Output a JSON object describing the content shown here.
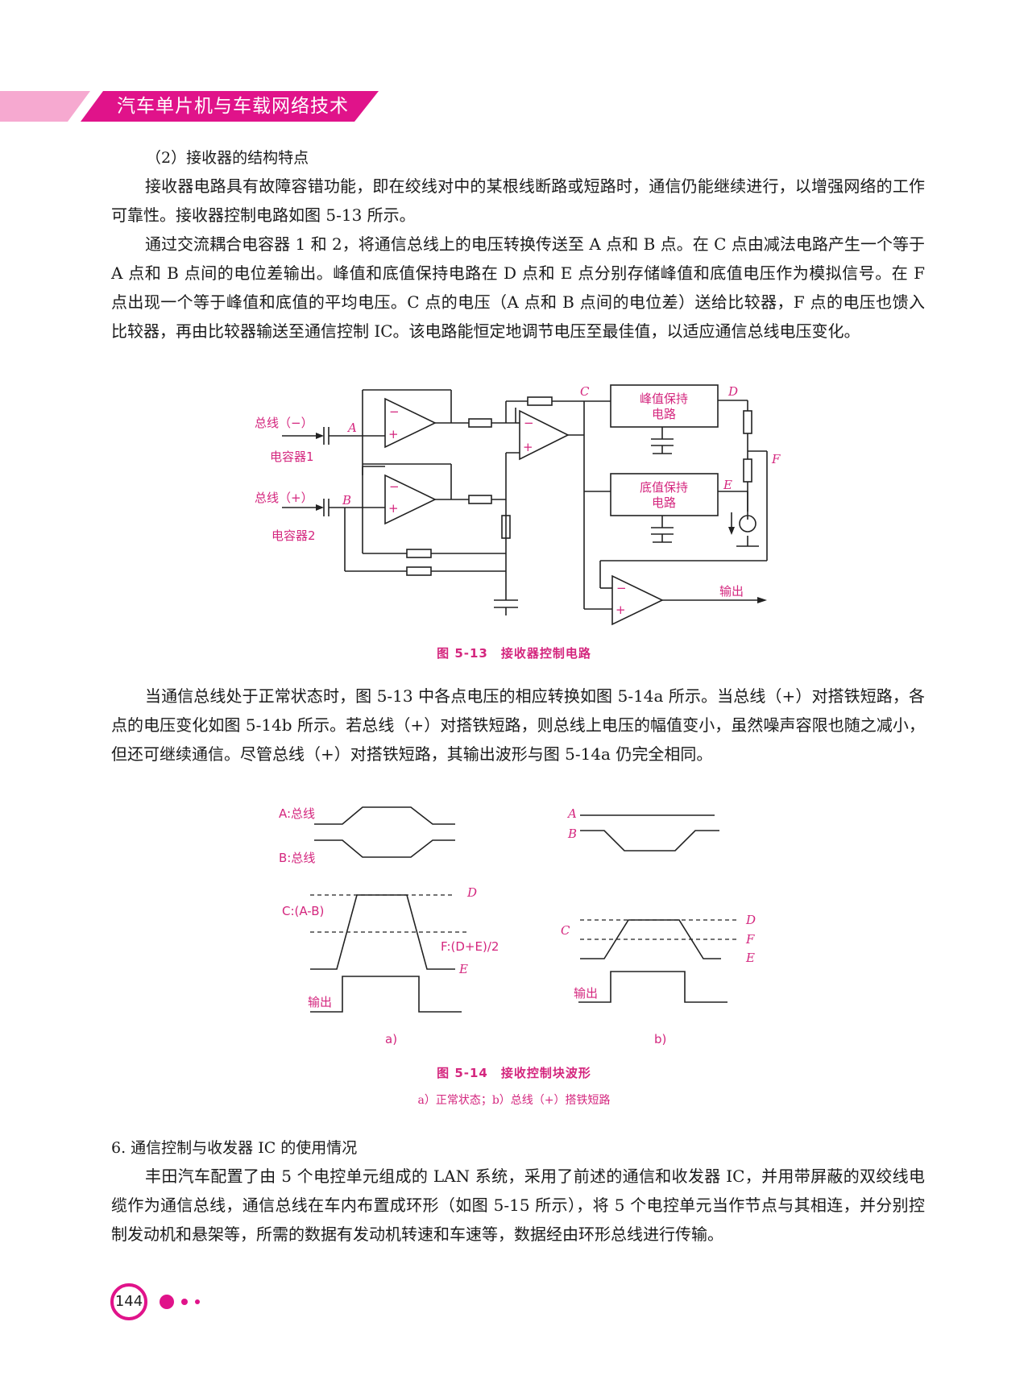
{
  "header": {
    "title": "汽车单片机与车载网络技术"
  },
  "section": {
    "subheading": "（2）接收器的结构特点",
    "para1": "接收器电路具有故障容错功能，即在绞线对中的某根线断路或短路时，通信仍能继续进行，以增强网络的工作可靠性。接收器控制电路如图 5-13 所示。",
    "para2": "通过交流耦合电容器 1 和 2，将通信总线上的电压转换传送至 A 点和 B 点。在 C 点由减法电路产生一个等于 A 点和 B 点间的电位差输出。峰值和底值保持电路在 D 点和 E 点分别存储峰值和底值电压作为模拟信号。在 F 点出现一个等于峰值和底值的平均电压。C 点的电压（A 点和 B 点间的电位差）送给比较器，F 点的电压也馈入比较器，再由比较器输送至通信控制 IC。该电路能恒定地调节电压至最佳值，以适应通信总线电压变化。",
    "para3": "当通信总线处于正常状态时，图 5-13 中各点电压的相应转换如图 5-14a 所示。当总线（+）对搭铁短路，各点的电压变化如图 5-14b 所示。若总线（+）对搭铁短路，则总线上电压的幅值变小，虽然噪声容限也随之减小，但还可继续通信。尽管总线（+）对搭铁短路，其输出波形与图 5-14a 仍完全相同。",
    "subheading2": "6. 通信控制与收发器 IC 的使用情况",
    "para4": "丰田汽车配置了由 5 个电控单元组成的 LAN 系统，采用了前述的通信和收发器 IC，并用带屏蔽的双绞线电缆作为通信总线，通信总线在车内布置成环形（如图 5-15 所示），将 5 个电控单元当作节点与其相连，并分别控制发动机和悬架等，所需的数据有发动机转速和车速等，数据经由环形总线进行传输。"
  },
  "figure13": {
    "caption": "图 5-13　接收器控制电路",
    "labels": {
      "bus_minus": "总线（−）",
      "bus_plus": "总线（+）",
      "cap1": "电容器1",
      "cap2": "电容器2",
      "point_a": "A",
      "point_b": "B",
      "point_c": "C",
      "point_d": "D",
      "point_e": "E",
      "point_f": "F",
      "peak_hold_1": "峰值保持",
      "peak_hold_2": "电路",
      "valley_hold_1": "底值保持",
      "valley_hold_2": "电路",
      "output": "输出",
      "minus": "−",
      "plus": "+"
    }
  },
  "figure14": {
    "caption": "图 5-14　接收控制块波形",
    "subcaption": "a）正常状态；b）总线（+）搭铁短路",
    "a": {
      "bus_a": "A:总线",
      "bus_b": "B:总线",
      "c_label": "C:(A-B)",
      "d_label": "D",
      "f_label": "F:(D+E)/2",
      "e_label": "E",
      "output": "输出",
      "sub": "a)"
    },
    "b": {
      "a_label": "A",
      "b_label": "B",
      "c_label": "C",
      "d_label": "D",
      "f_label": "F",
      "e_label": "E",
      "output": "输出",
      "sub": "b)"
    }
  },
  "page_number": "144",
  "colors": {
    "accent": "#d4267e",
    "header_pink": "#f29ac6",
    "header_magenta": "#e0138a"
  }
}
